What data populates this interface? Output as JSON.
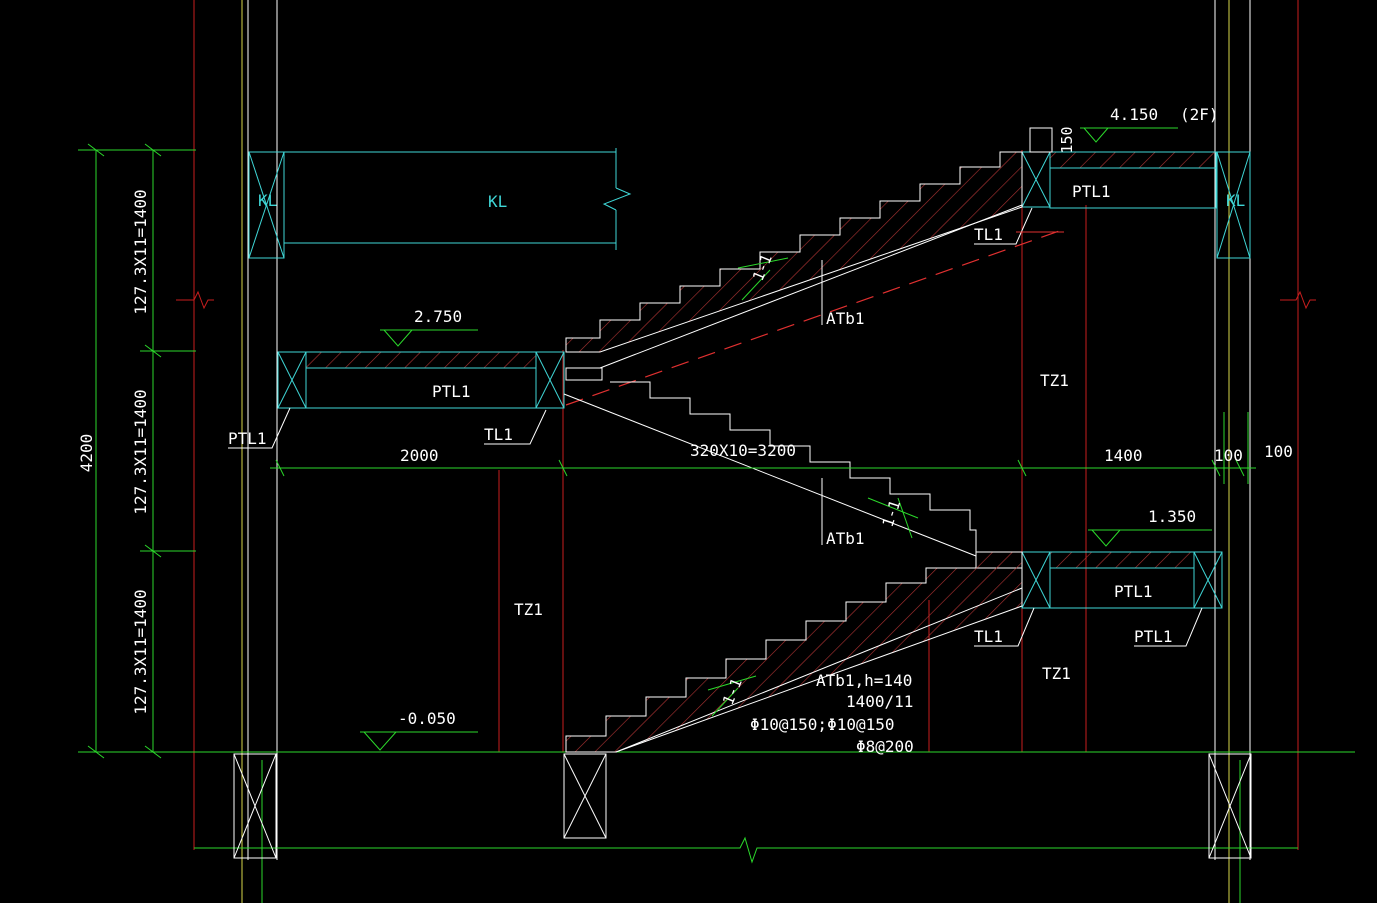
{
  "colors": {
    "background": "#000000",
    "column_line": "#ffffff",
    "axis_red": "#c81e1e",
    "axis_yellow": "#d8d84a",
    "dimension": "#2bd92b",
    "member_cyan": "#3fd6d6",
    "hatch": "#b03434",
    "label": "#ffffff",
    "beam_label_cyan": "#3fd6d6"
  },
  "elevations": {
    "top": "4.150",
    "top_note": "(2F)",
    "upper_landing": "2.750",
    "mid_landing": "1.350",
    "ground": "-0.050"
  },
  "dimensions": {
    "total_height": "4200",
    "flight_upper": "127.3X11=1400",
    "flight_middle": "127.3X11=1400",
    "flight_lower": "127.3X11=1400",
    "left_landing_width": "2000",
    "stair_run": "320X10=3200",
    "right_landing_width": "1400",
    "right_offset_a": "100",
    "right_offset_b": "100",
    "slab_thickness": "150"
  },
  "members": {
    "top_beam": "KL",
    "top_beam_left": "KL",
    "top_beam_right": "KL",
    "platform_beam_top": "PTL1",
    "platform_beam_left": "PTL1",
    "platform_beam_left_tag": "PTL1",
    "platform_beam_mid": "PTL1",
    "platform_beam_mid_tag": "PTL1",
    "tie_beam_top": "TL1",
    "tie_beam_left": "TL1",
    "tie_beam_mid": "TL1",
    "stair_upper": "ATb1",
    "stair_middle": "ATb1",
    "column_left": "TZ1",
    "column_right_upper": "TZ1",
    "column_right_lower": "TZ1"
  },
  "stair_spec": {
    "name": "ATb1,h=140",
    "riser": "1400/11",
    "rebar_main": "Φ10@150;Φ10@150",
    "rebar_dist": "Φ8@200"
  },
  "section_marks": {
    "mark_upper": "1-1",
    "mark_middle": "1-1",
    "mark_lower": "1-1"
  }
}
